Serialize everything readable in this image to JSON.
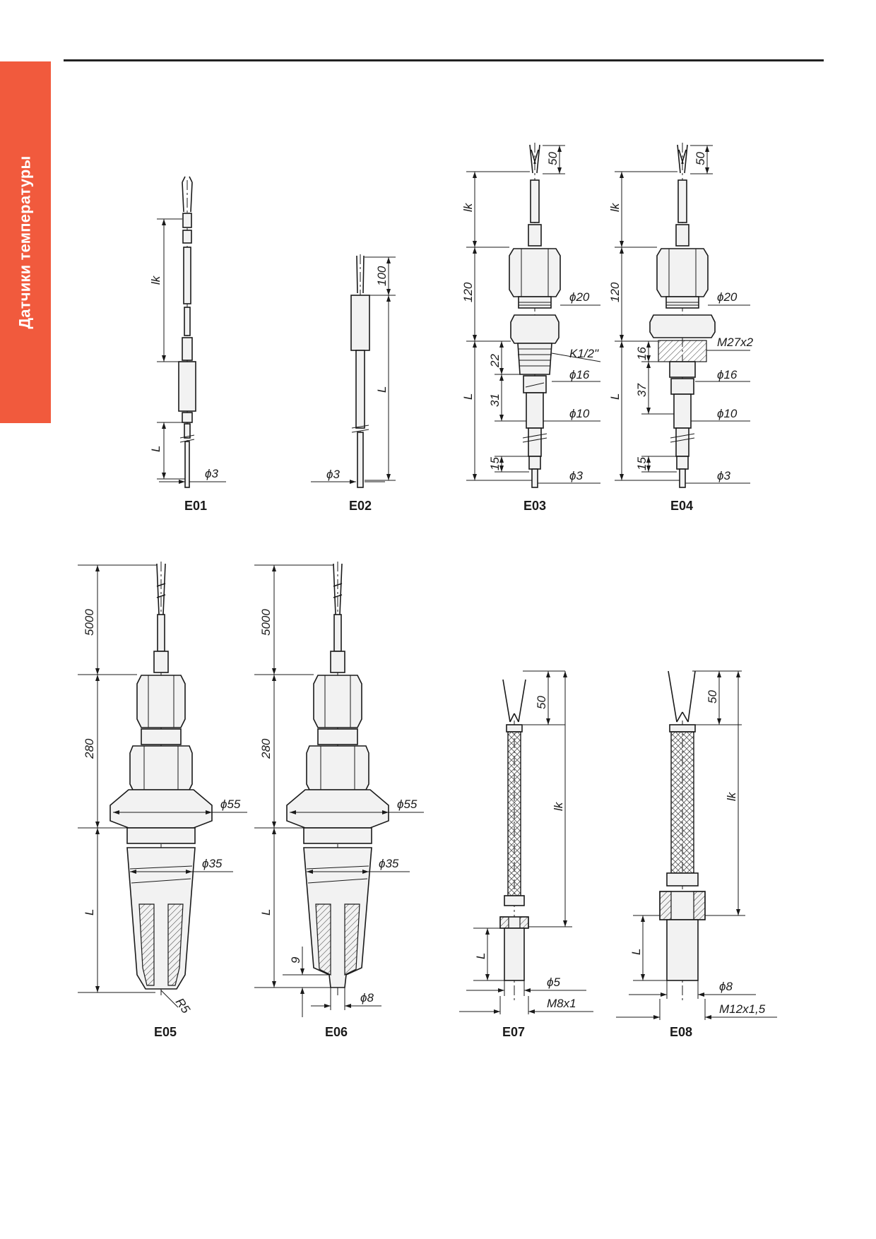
{
  "side_tab": {
    "label": "Датчики температуры",
    "color": "#f15a3d"
  },
  "variants": {
    "e01": {
      "caption": "E01",
      "lk": "lk",
      "L": "L",
      "dia": "ϕ3"
    },
    "e02": {
      "caption": "E02",
      "len100": "100",
      "L": "L",
      "dia": "ϕ3"
    },
    "e03": {
      "caption": "E03",
      "len50": "50",
      "lk": "lk",
      "len120": "120",
      "L": "L",
      "len22": "22",
      "len31": "31",
      "len15": "15",
      "d20": "ϕ20",
      "thread": "K1/2\"",
      "d16": "ϕ16",
      "d10": "ϕ10",
      "d3": "ϕ3"
    },
    "e04": {
      "caption": "E04",
      "len50": "50",
      "lk": "lk",
      "len120": "120",
      "L": "L",
      "len16": "16",
      "len37": "37",
      "len15": "15",
      "d20": "ϕ20",
      "thread": "M27x2",
      "d16": "ϕ16",
      "d10": "ϕ10",
      "d3": "ϕ3"
    },
    "e05": {
      "caption": "E05",
      "len5000": "5000",
      "len280": "280",
      "L": "L",
      "d55": "ϕ55",
      "d35": "ϕ35",
      "r5": "R5"
    },
    "e06": {
      "caption": "E06",
      "len5000": "5000",
      "len280": "280",
      "L": "L",
      "len9": "9",
      "d55": "ϕ55",
      "d35": "ϕ35",
      "d8": "ϕ8"
    },
    "e07": {
      "caption": "E07",
      "len50": "50",
      "lk": "lk",
      "L": "L",
      "d5": "ϕ5",
      "thread": "M8x1"
    },
    "e08": {
      "caption": "E08",
      "len50": "50",
      "lk": "lk",
      "L": "L",
      "d8": "ϕ8",
      "thread": "M12x1,5"
    }
  }
}
